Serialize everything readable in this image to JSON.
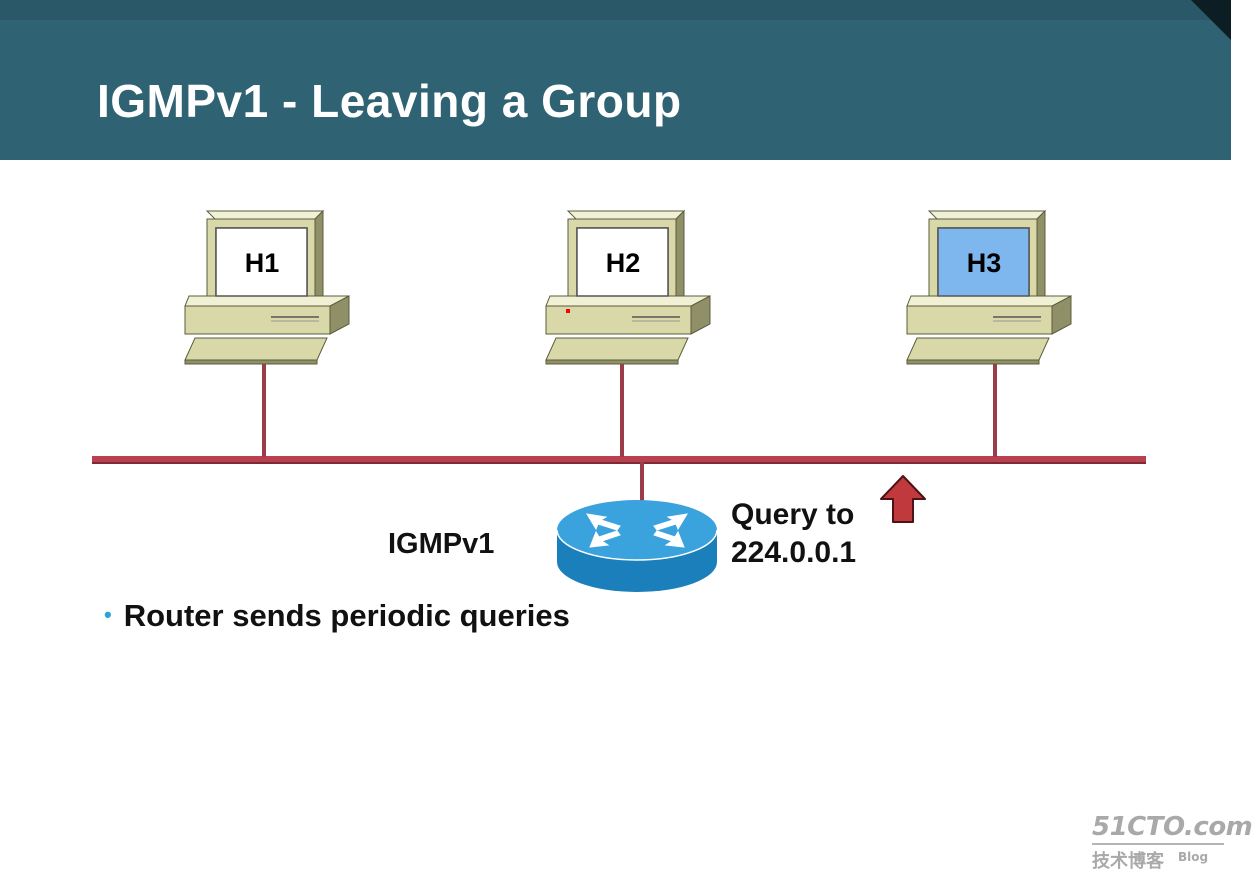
{
  "slide": {
    "title": "IGMPv1 - Leaving a Group"
  },
  "hosts": [
    {
      "id": "h1",
      "label": "H1",
      "screen_color": "#ffffff"
    },
    {
      "id": "h2",
      "label": "H2",
      "screen_color": "#ffffff"
    },
    {
      "id": "h3",
      "label": "H3",
      "screen_color": "#7eb6ee"
    }
  ],
  "router": {
    "caption": "IGMPv1",
    "icon": "router-icon"
  },
  "query": {
    "line1": "Query to",
    "line2": "224.0.0.1",
    "arrow_icon": "up-arrow-icon"
  },
  "bullets": [
    {
      "text": "Router sends periodic queries",
      "marker": "•"
    }
  ],
  "watermark": {
    "logo": "51CTO.com",
    "subtitle": "技术博客",
    "tag": "Blog"
  },
  "colors": {
    "header": "#2f6272",
    "lan_line": "#b9404f",
    "router": "#1e8ccc",
    "arrow": "#c0393d",
    "bullet": "#29a5d8"
  }
}
